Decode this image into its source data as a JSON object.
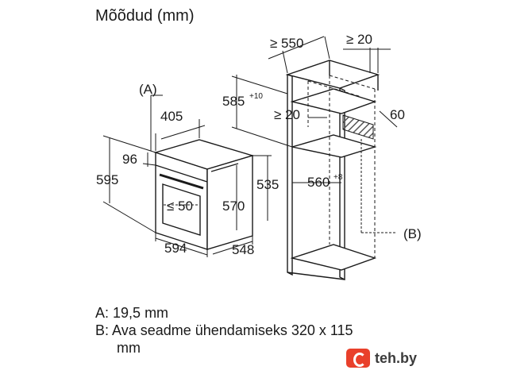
{
  "heading": "Mõõdud (mm)",
  "dimensions": {
    "oven_width": "594",
    "oven_height": "595",
    "oven_depth": "548",
    "top_offset": "96",
    "depth_inner": "405",
    "front_depth": "570",
    "body_height": "535",
    "front_gap": "≤ 50",
    "marker_a": "(A)",
    "cab_depth": "≥ 550",
    "cab_side": "≥ 20",
    "niche_height": "585",
    "niche_height_tol": "+10",
    "niche_gap": "≥ 20",
    "vent": "60",
    "niche_width": "560",
    "niche_width_tol": "+8",
    "marker_b": "(B)"
  },
  "legend": [
    {
      "key": "A:",
      "text": "19,5 mm"
    },
    {
      "key": "B:",
      "text": "Ava seadme ühendamiseks 320 x 115"
    },
    {
      "key": "",
      "text": "mm"
    }
  ],
  "watermark": {
    "label": "teh.by",
    "color": "#e9402b"
  },
  "colors": {
    "line": "#1a1a1a",
    "hatch": "#555555"
  }
}
